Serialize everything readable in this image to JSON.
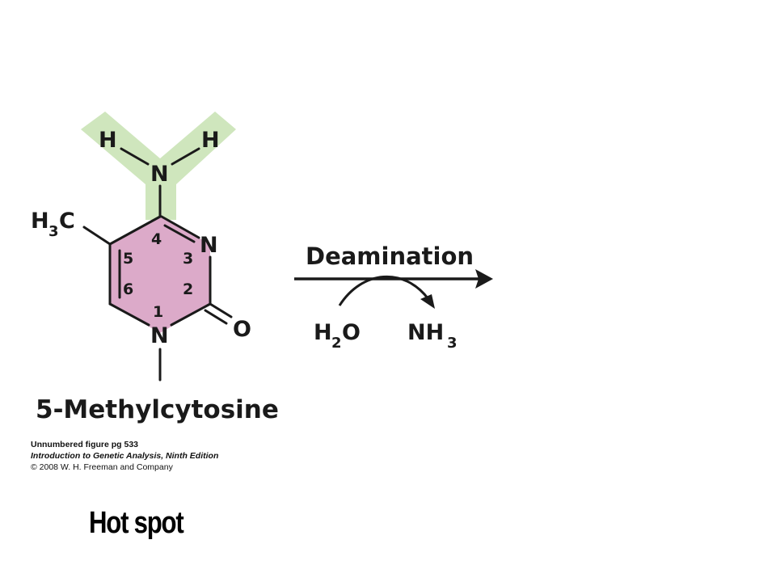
{
  "molecule": {
    "name": "5-Methylcytosine",
    "atoms": {
      "h_left": "H",
      "h_right": "H",
      "n_amino": "N",
      "methyl_main": "H",
      "methyl_sub": "3",
      "methyl_tail": "C",
      "n3": "N",
      "n1": "N",
      "oxygen": "O"
    },
    "ring_positions": [
      "1",
      "2",
      "3",
      "4",
      "5",
      "6"
    ]
  },
  "reaction": {
    "label": "Deamination",
    "reactant_main": "H",
    "reactant_sub": "2",
    "reactant_tail": "O",
    "product_main": "NH",
    "product_sub": "3"
  },
  "caption": {
    "line1": "Unnumbered figure pg 533",
    "line2": "Introduction to Genetic Analysis, Ninth Edition",
    "line3": "© 2008 W. H. Freeman and Company"
  },
  "footer_label": "Hot spot",
  "colors": {
    "amino_highlight": "#cfe6bd",
    "ring_fill": "#dcaac9",
    "bond": "#1a1a1a"
  }
}
